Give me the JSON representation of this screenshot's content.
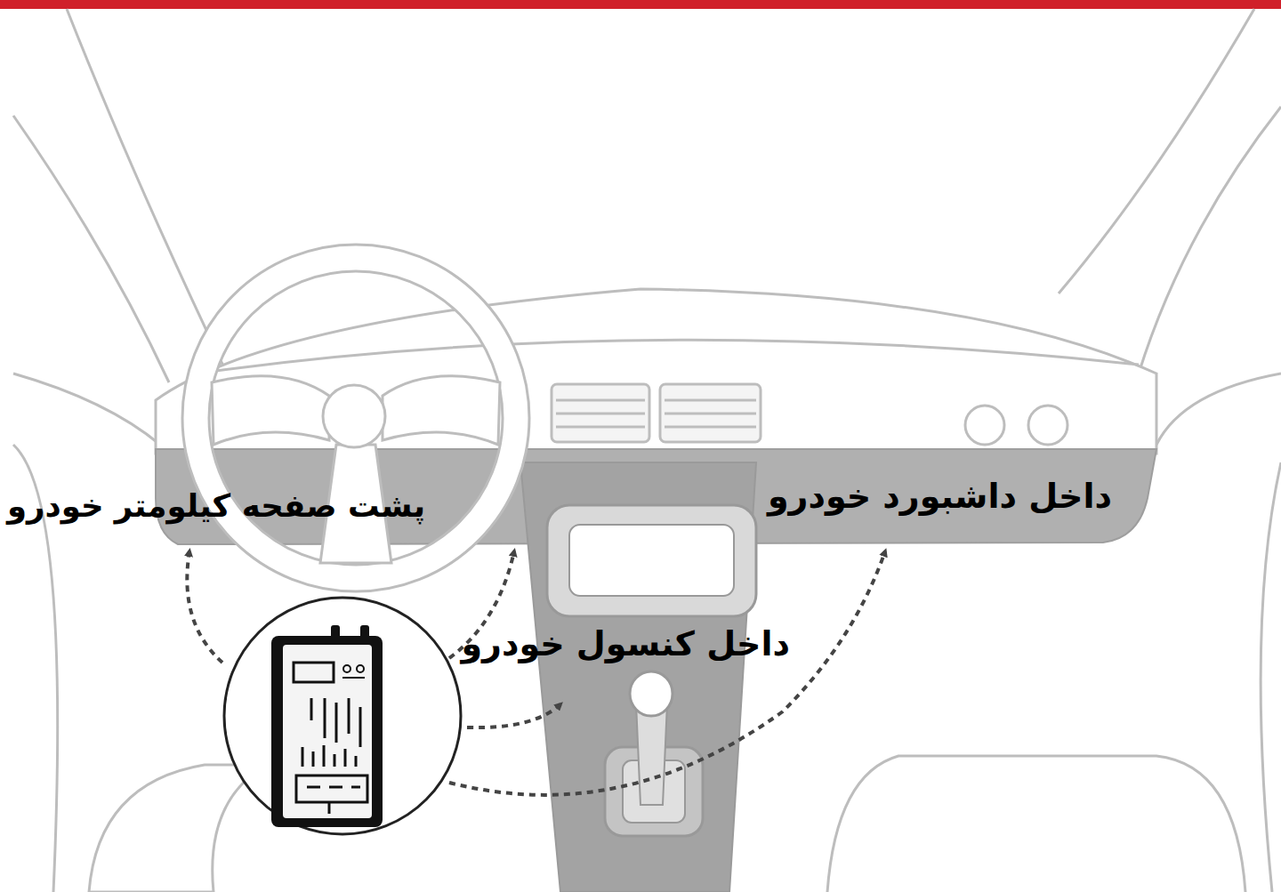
{
  "diagram": {
    "labels": [
      "داخل داشبورد خودرو",
      "پشت صفحه کیلومتر خودرو",
      "داخل کنسول خودرو"
    ]
  }
}
